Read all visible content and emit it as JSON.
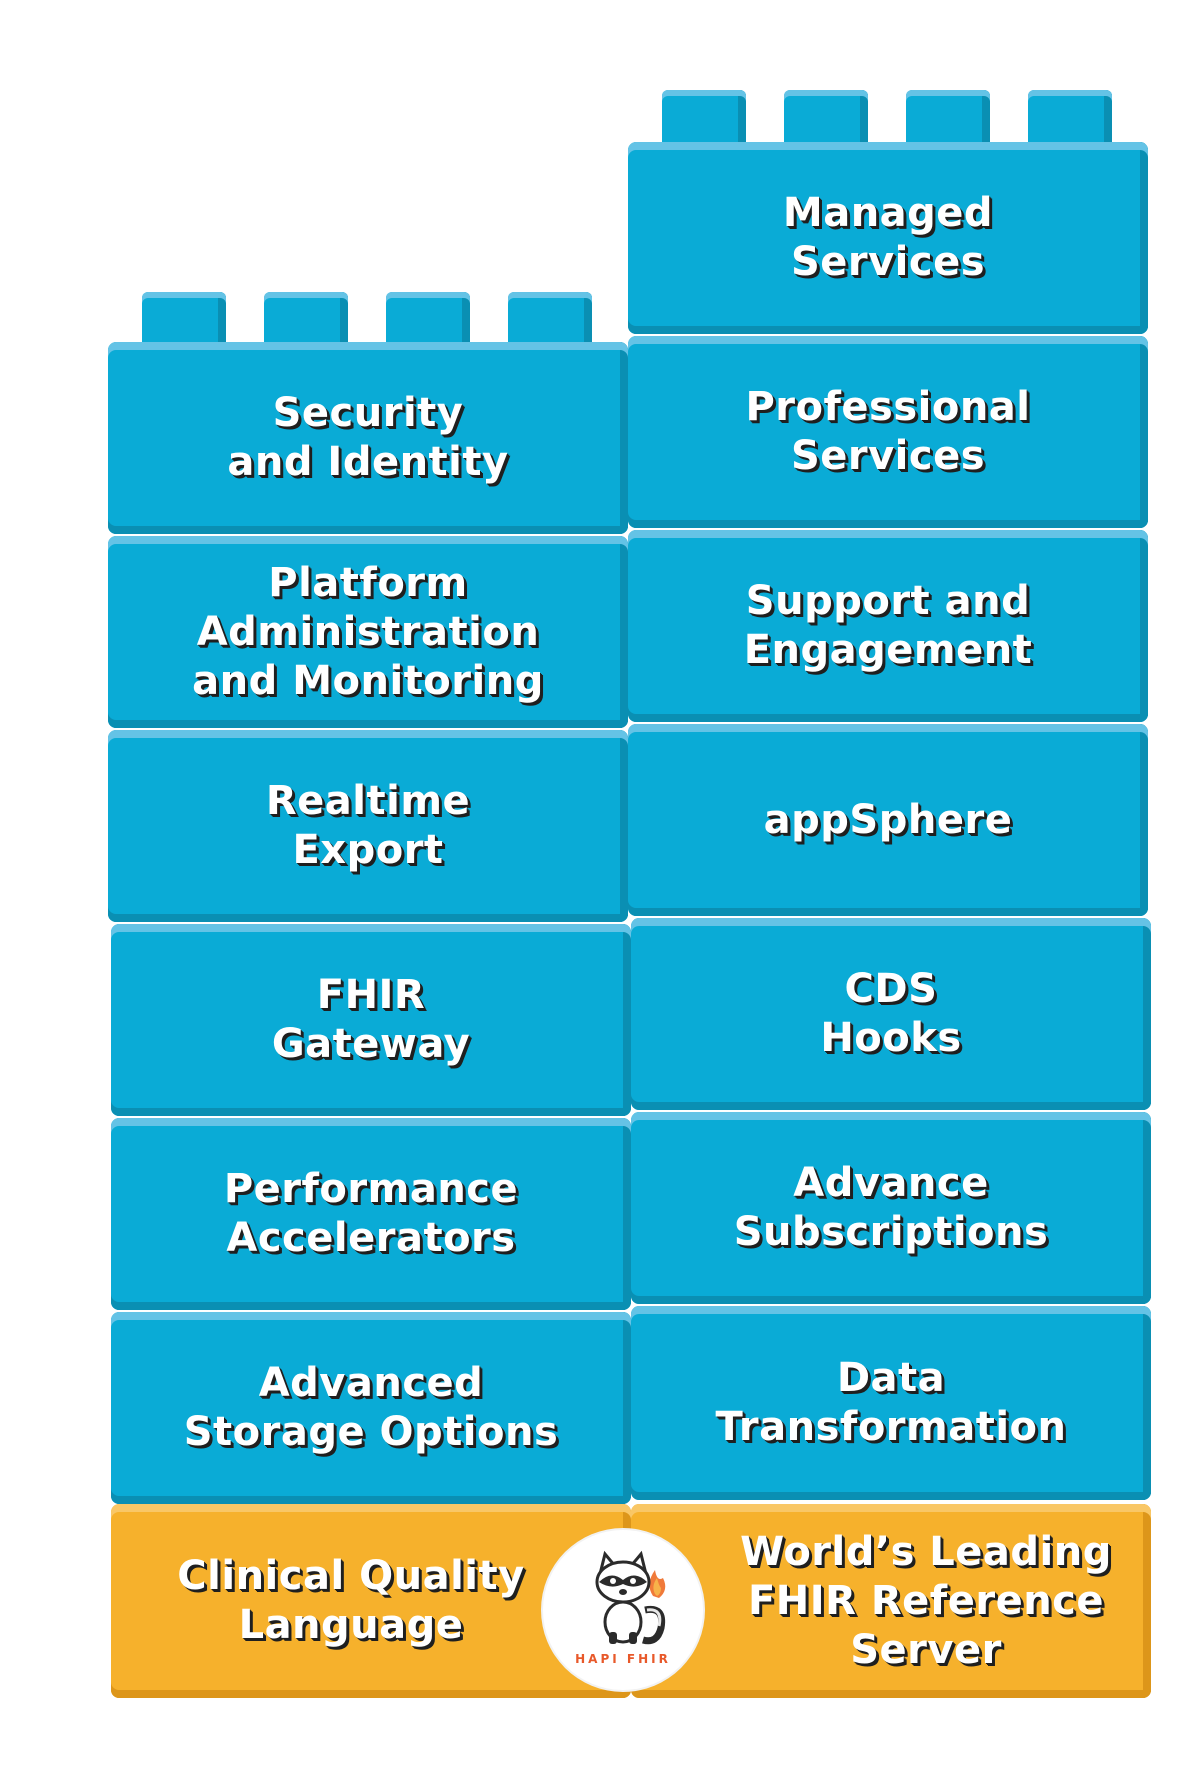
{
  "left_column": [
    {
      "id": "security",
      "label": "Security\nand Identity"
    },
    {
      "id": "platform",
      "label": "Platform\nAdministration\nand Monitoring"
    },
    {
      "id": "realtime",
      "label": "Realtime\nExport"
    },
    {
      "id": "gateway",
      "label": "FHIR\nGateway"
    },
    {
      "id": "performance",
      "label": "Performance\nAccelerators"
    },
    {
      "id": "storage",
      "label": "Advanced\nStorage Options"
    }
  ],
  "right_column": [
    {
      "id": "managed",
      "label": "Managed\nServices"
    },
    {
      "id": "professional",
      "label": "Professional\nServices"
    },
    {
      "id": "support",
      "label": "Support and\nEngagement"
    },
    {
      "id": "appsphere",
      "label": "appSphere"
    },
    {
      "id": "cds",
      "label": "CDS\nHooks"
    },
    {
      "id": "subscriptions",
      "label": "Advance\nSubscriptions"
    },
    {
      "id": "transformation",
      "label": "Data\nTransformation"
    }
  ],
  "base": {
    "left_label": "Clinical Quality\nLanguage",
    "right_label": "World’s Leading\nFHIR Reference\nServer",
    "logo_text": "HAPI FHIR"
  },
  "colors": {
    "brick_blue": "#0aabd6",
    "brick_yellow": "#f6b12c",
    "logo_accent": "#e8592a"
  }
}
